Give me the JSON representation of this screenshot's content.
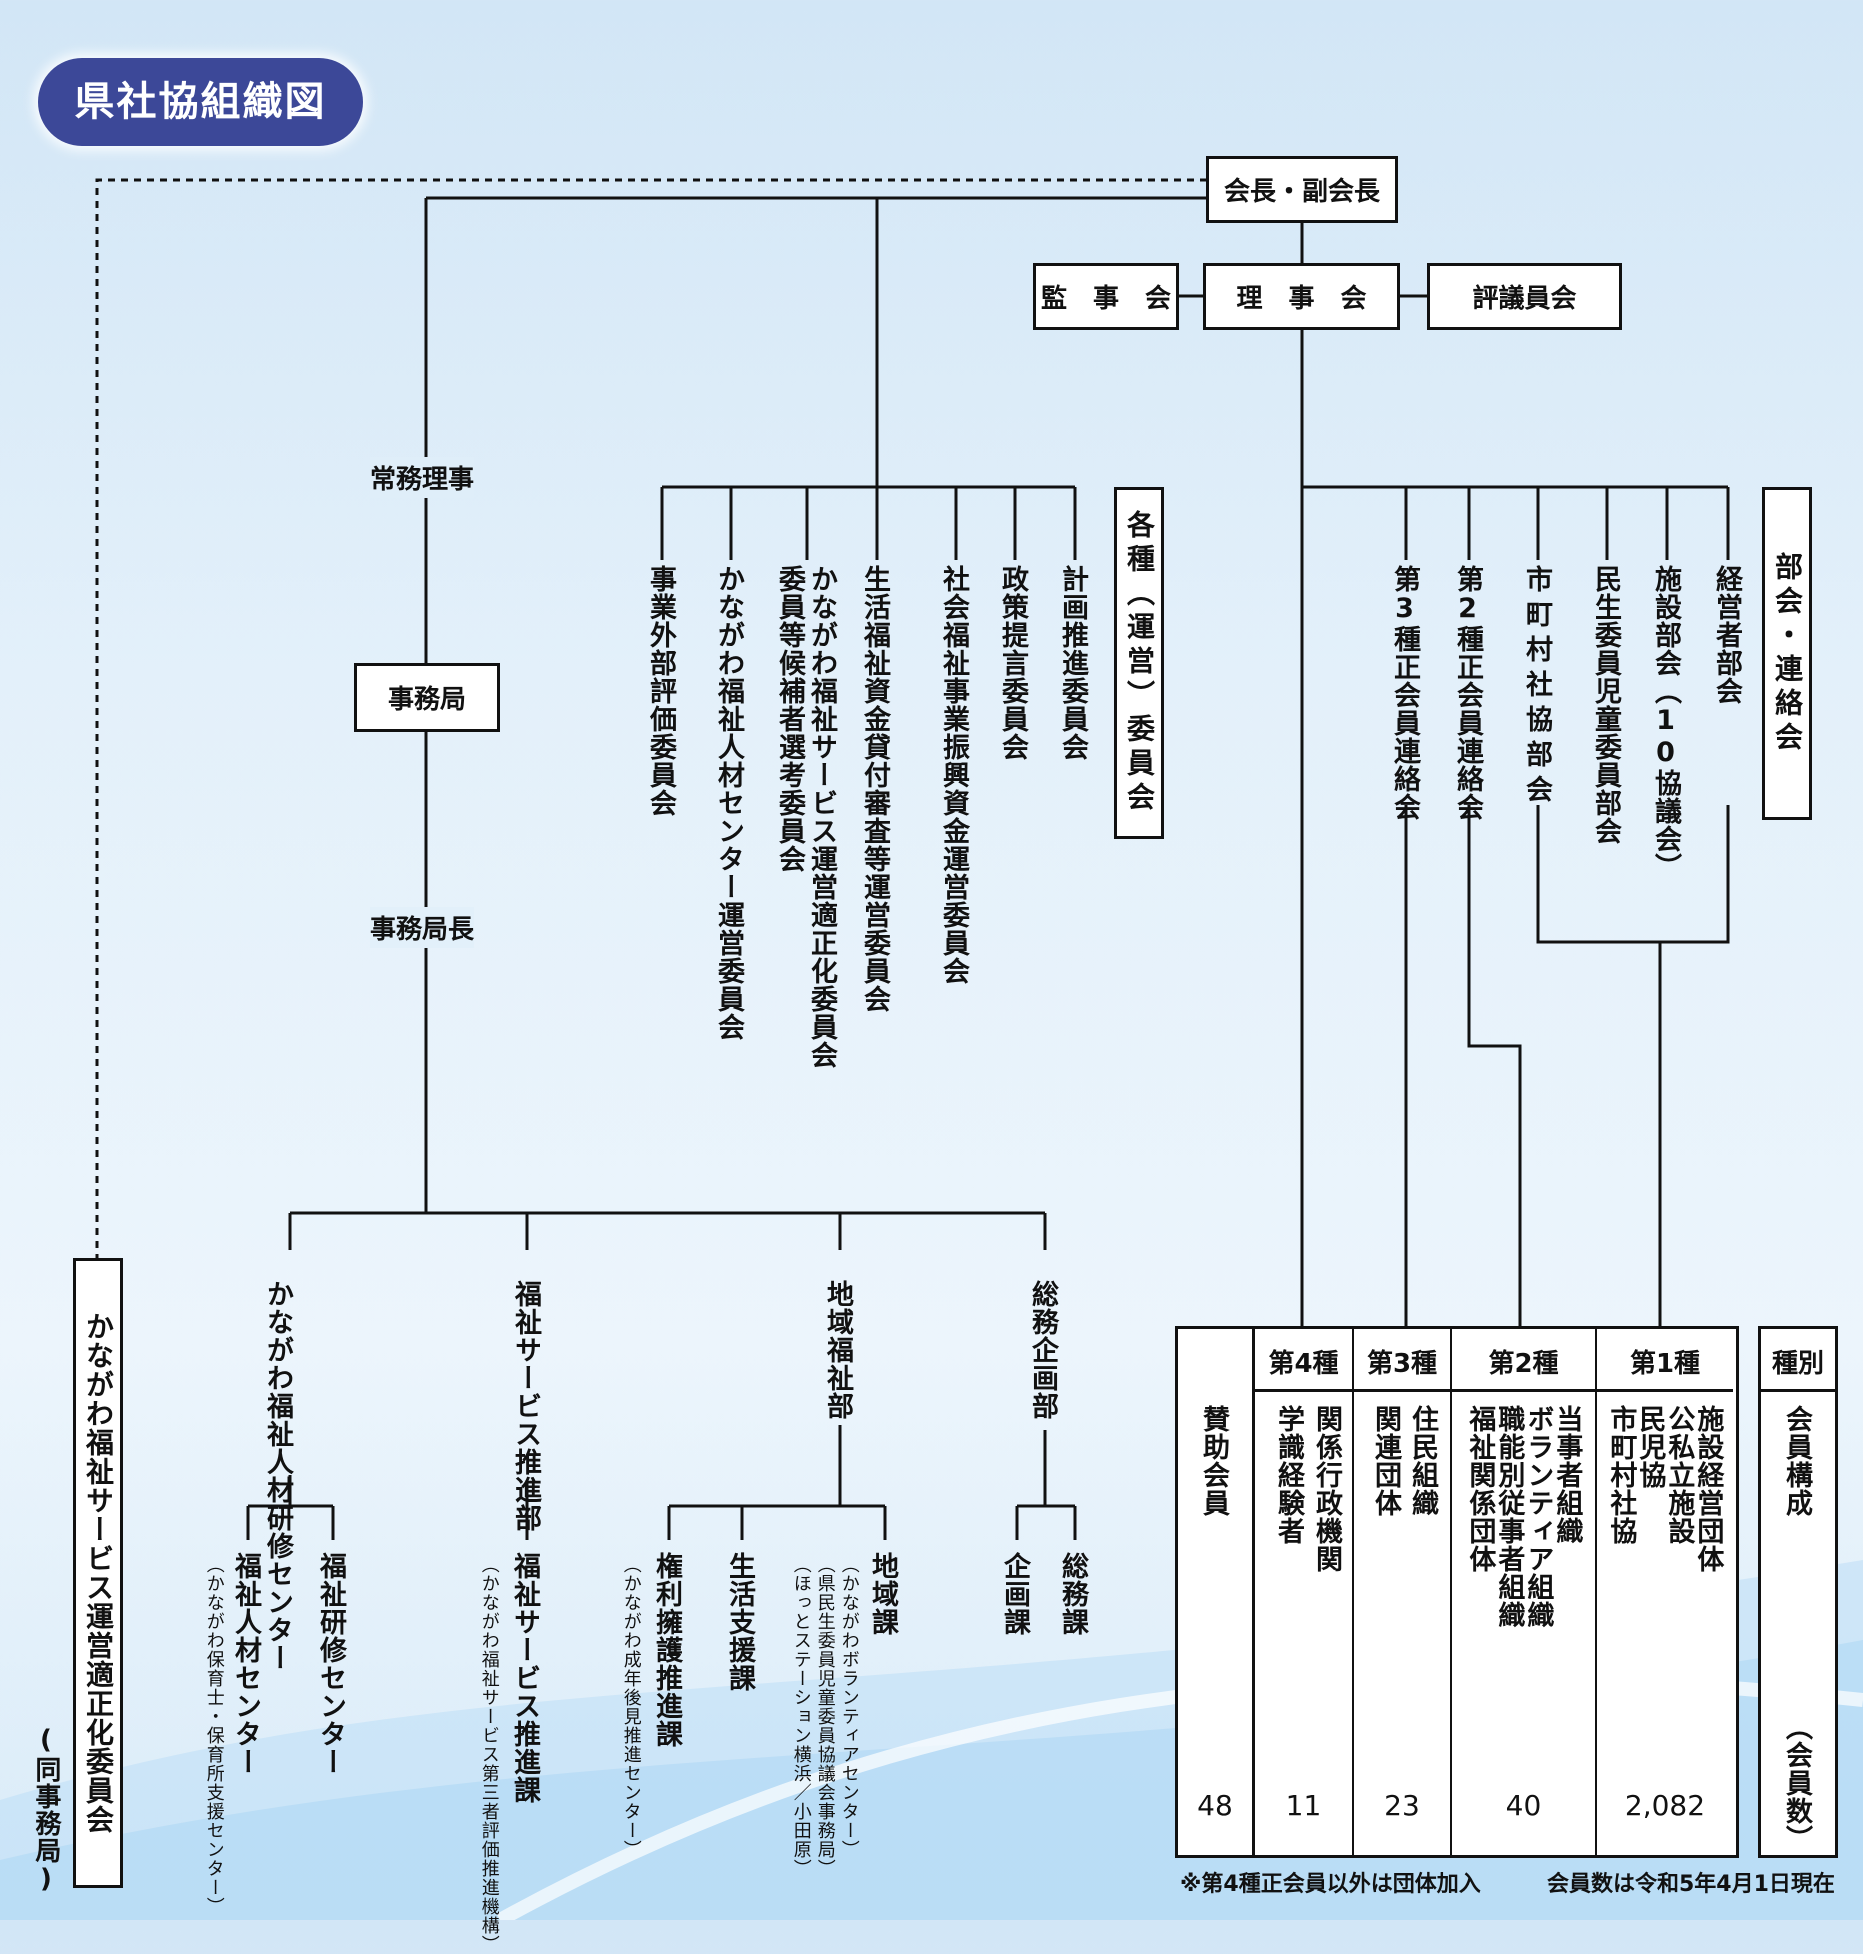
{
  "title": "県社協組織図",
  "top": {
    "president": "会長・副会長",
    "auditors": "監　事　会",
    "board": "理　事　会",
    "councilors": "評議員会"
  },
  "left": {
    "managing_director": "常務理事",
    "secretariat": "事務局",
    "secretary_general": "事務局長",
    "committee_side": "かながわ福祉サービス運営適正化委員会",
    "committee_side_note": "(同事務局)"
  },
  "committees": {
    "heading": "各種（運営）委員会",
    "items": [
      "計画推進委員会",
      "政策提言委員会",
      "社会福祉事業振興資金運営委員会",
      "生活福祉資金貸付審査等運営委員会",
      "かながわ福祉サービス運営適正化委員会",
      "委員等候補者選考委員会",
      "かながわ福祉人材センター運営委員会",
      "事業外部評価委員会"
    ]
  },
  "sections": {
    "heading": "部会・連絡会",
    "items": [
      "経営者部会",
      "施設部会（10協議会）",
      "民生委員児童委員部会",
      "市町村社協部会",
      "第2種正会員連絡会",
      "第3種正会員連絡会"
    ]
  },
  "departments": [
    {
      "name": "かながわ福祉人材研修センター",
      "units": [
        {
          "name": "福祉研修センター",
          "note": ""
        },
        {
          "name": "福祉人材センター",
          "note": "（かながわ保育士・保育所支援センター）"
        }
      ]
    },
    {
      "name": "福祉サービス推進部",
      "units": [
        {
          "name": "福祉サービス推進課",
          "note": "（かながわ福祉サービス第三者評価推進機構）"
        }
      ]
    },
    {
      "name": "地域福祉部",
      "units": [
        {
          "name": "地域課",
          "note": "（かながわボランティアセンター）",
          "note2": "（県民生委員児童委員協議会事務局）",
          "note3": "（ほっとステーション横浜／小田原）"
        },
        {
          "name": "生活支援課",
          "note": ""
        },
        {
          "name": "権利擁護推進課",
          "note": "（かながわ成年後見推進センター）"
        }
      ]
    },
    {
      "name": "総務企画部",
      "units": [
        {
          "name": "総務課",
          "note": ""
        },
        {
          "name": "企画課",
          "note": ""
        }
      ]
    }
  ],
  "members": {
    "type_header": "種別",
    "type_label": "会員構成",
    "type_count_label": "（会員数）",
    "columns": [
      {
        "header": "第1種",
        "members": [
          "施設経営団体",
          "公私立施設",
          "民児協",
          "市町村社協"
        ],
        "count": "2,082"
      },
      {
        "header": "第2種",
        "members": [
          "当事者組織",
          "ボランティア組織",
          "職能別従事者組織",
          "福祉関係団体"
        ],
        "count": "40"
      },
      {
        "header": "第3種",
        "members": [
          "住民組織",
          "関連団体"
        ],
        "count": "23"
      },
      {
        "header": "第4種",
        "members": [
          "関係行政機関",
          "学識経験者"
        ],
        "count": "11"
      }
    ],
    "supporting": {
      "label": "賛助会員",
      "count": "48"
    }
  },
  "footnote_left": "※第4種正会員以外は団体加入",
  "footnote_right": "会員数は令和5年4月1日現在"
}
